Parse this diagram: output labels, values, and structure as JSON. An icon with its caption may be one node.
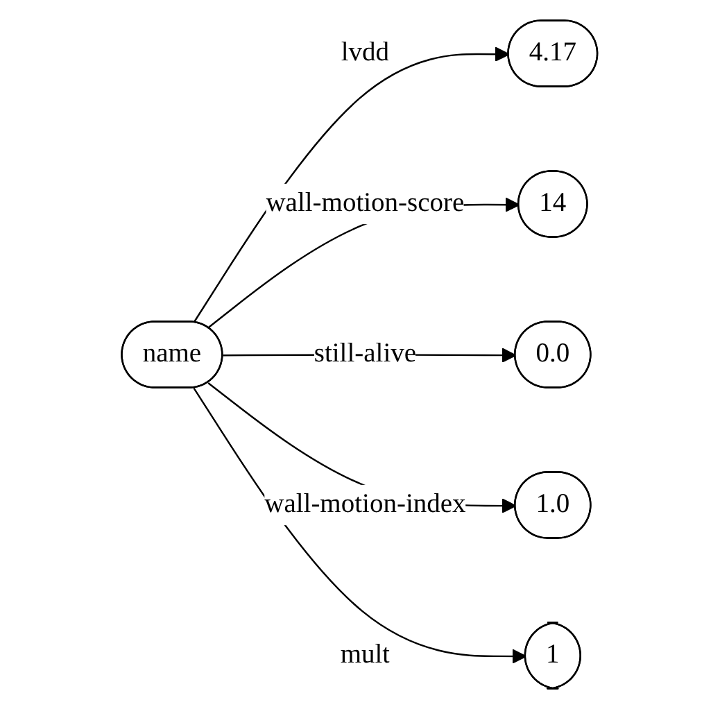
{
  "diagram": {
    "nodes": [
      {
        "text": [
          "name"
        ]
      },
      {
        "text": [
          "4.17"
        ]
      },
      {
        "text": [
          "14"
        ]
      },
      {
        "text": [
          "0.0"
        ]
      },
      {
        "text": [
          "1.0"
        ]
      },
      {
        "text": [
          "1"
        ]
      }
    ],
    "edges": [
      {
        "from": 0,
        "to": 1,
        "arrow": "to",
        "label": "lvdd"
      },
      {
        "from": 0,
        "to": 2,
        "arrow": "to",
        "label": "wall-motion-score"
      },
      {
        "from": 0,
        "to": 3,
        "arrow": "to",
        "label": "still-alive"
      },
      {
        "from": 0,
        "to": 4,
        "arrow": "to",
        "label": "wall-motion-index"
      },
      {
        "from": 0,
        "to": 5,
        "arrow": "to",
        "label": "mult"
      }
    ]
  }
}
